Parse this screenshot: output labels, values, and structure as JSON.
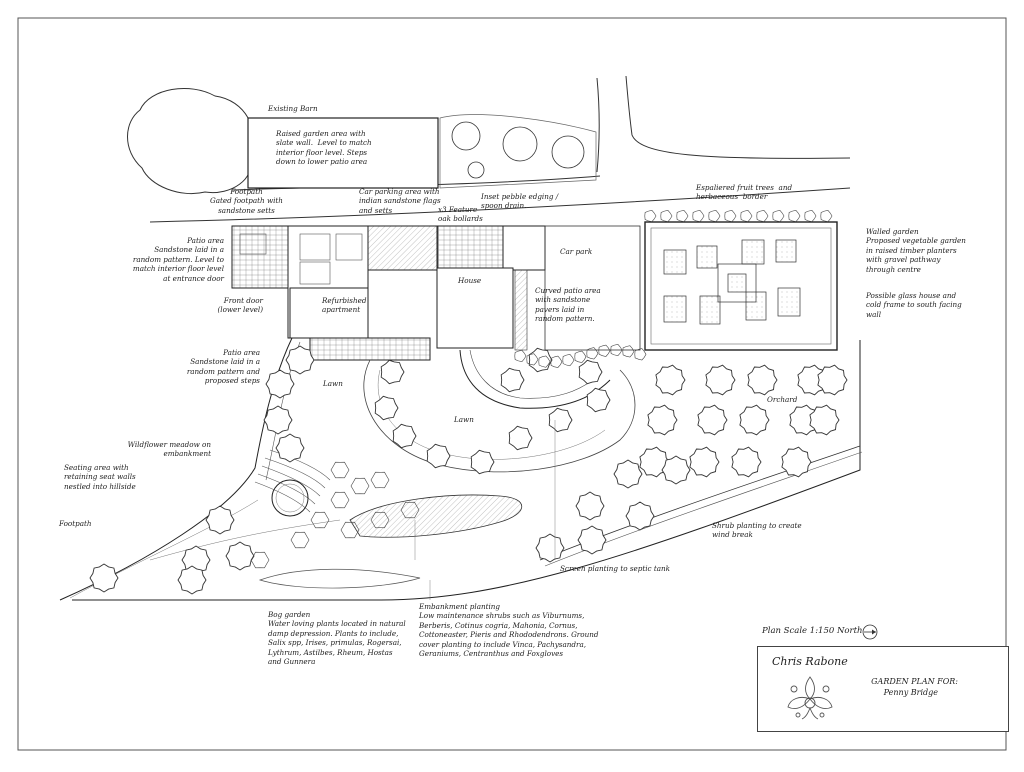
{
  "labels": {
    "existing_barn": "Existing Barn",
    "raised_garden": "Raised garden area with\nslate wall.  Level to match\ninterior floor level. Steps\ndown to lower patio area",
    "footpath_gated": "Footpath\nGated footpath with\nsandstone setts",
    "car_parking": "Car parking area with\nindian sandstone flags\nand setts",
    "inset_pebble": "Inset pebble edging /\nspoon drain.",
    "feature_bollards": "x3 Feature\noak bollards",
    "espaliered": "Espaliered fruit trees  and\nherbaceous  border",
    "walled_garden": "Walled garden\nProposed vegetable garden\nin raised timber planters\nwith gravel pathway\nthrough centre",
    "glass_house": "Possible glass house and\ncold frame to south facing\nwall",
    "patio_upper": "Patio area\nSandstone laid in a\nrandom pattern. Level to\nmatch interior floor level\nat entrance door",
    "front_door": "Front door\n(lower level)",
    "refurbished": "Refurbished\napartment",
    "house": "House",
    "car_park": "Car park",
    "curved_patio": "Curved patio area\nwith sandstone\npavers laid in\nrandom pattern.",
    "patio_lower": "Patio area\nSandstone laid in a\nrandom pattern and\nproposed steps",
    "lawn_1": "Lawn",
    "lawn_2": "Lawn",
    "orchard": "Orchard",
    "wildflower": "Wildflower meadow on\nembankment",
    "seating": "Seating area with\nretaining seat walls\nnestled into hillside",
    "footpath": "Footpath",
    "shrub_planting": "Shrub planting to create\nwind break",
    "screen_planting": "Screen planting to septic tank",
    "bog_garden": "Bog garden\nWater loving plants located in natural\ndamp depression. Plants to include,\nSalix spp, Irises, primulas, Rogersai,\nLythrum, Astilbes, Rheum, Hostas\nand Gunnera",
    "embankment": "Embankment planting\nLow maintenance shrubs such as Viburnums,\nBerberis, Cotinus cogria, Mahonia, Cornus,\nCottoneaster, Pieris and Rhododendrons. Ground\ncover planting to include Vinca, Pachysandra,\nGeraniums, Centranthus and Foxgloves"
  },
  "title_block": {
    "scale": "Plan Scale 1:150  North",
    "designer": "Chris Rabone",
    "plan_for": "GARDEN PLAN FOR:",
    "site": "Penny Bridge"
  },
  "icons": {
    "north": "north-arrow-icon",
    "logo": "ornamental-fleur-logo-icon"
  },
  "colors": {
    "ink": "#222222",
    "paper": "#ffffff",
    "hatch": "#888888"
  }
}
